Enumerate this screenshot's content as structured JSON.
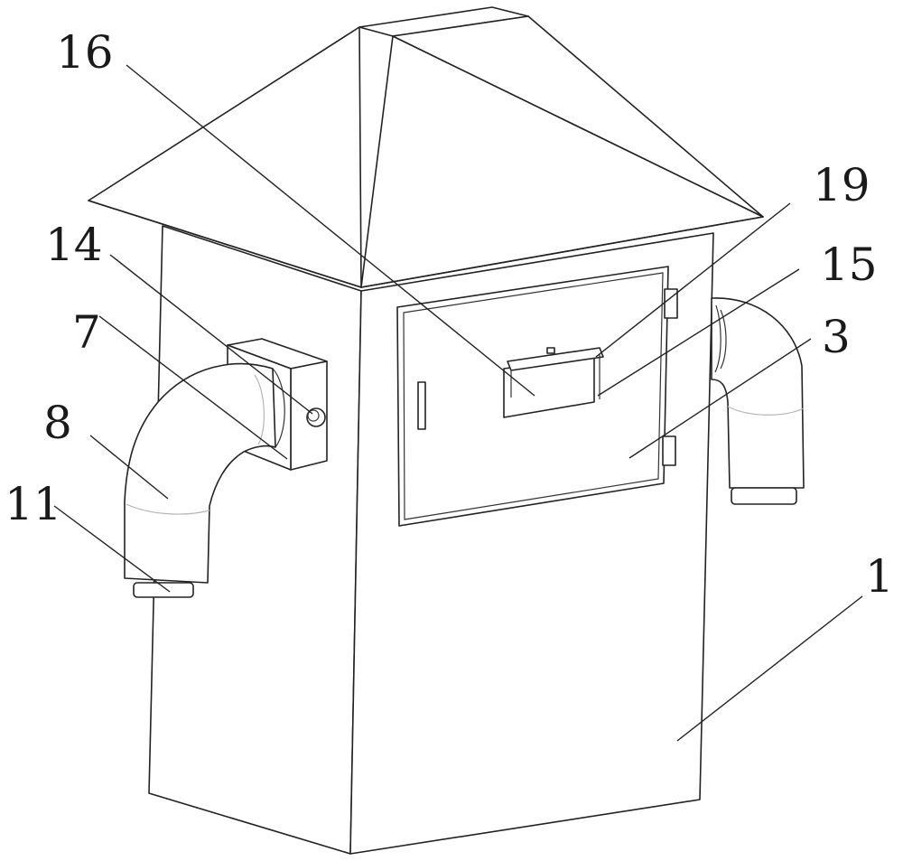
{
  "labels": {
    "l16": "16",
    "l14": "14",
    "l7": "7",
    "l8": "8",
    "l11": "11",
    "l19": "19",
    "l15": "15",
    "l3": "3",
    "l1": "1"
  },
  "colors": {
    "line": "#222222",
    "seam": "#b5b5b5",
    "background": "#ffffff"
  }
}
